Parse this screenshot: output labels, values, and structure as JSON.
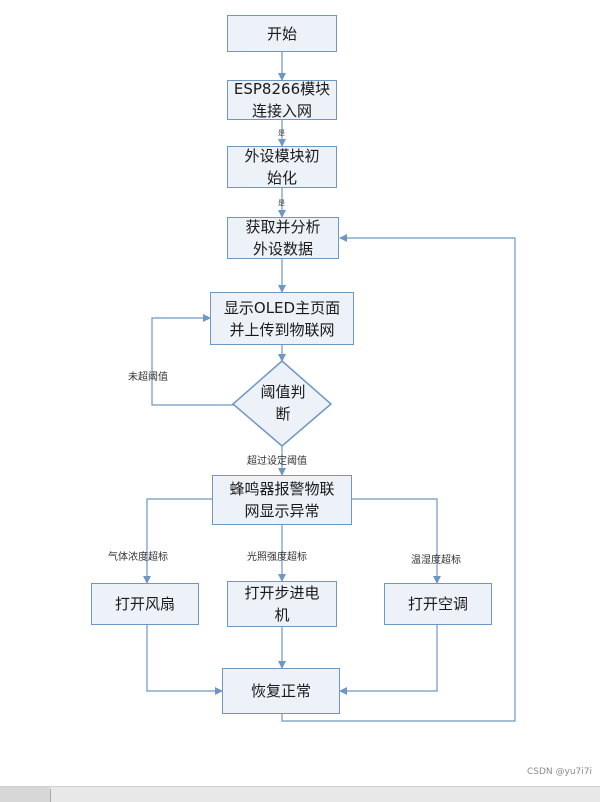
{
  "nodes": {
    "start": "开始",
    "esp8266": "ESP8266模块\n连接入网",
    "peripheral_init": "外设模块初\n始化",
    "acquire_analyze": "获取并分析\n外设数据",
    "display_upload": "显示OLED主页面\n并上传到物联网",
    "threshold_judge": "阈值判\n断",
    "buzzer_alarm": "蜂鸣器报警物联\n网显示异常",
    "fan_on": "打开风扇",
    "stepper_on": "打开步进电\n机",
    "ac_on": "打开空调",
    "restore": "恢复正常"
  },
  "edge_labels": {
    "not_exceed": "未超阈值",
    "exceed": "超过设定阈值",
    "gas": "气体浓度超标",
    "light": "光照强度超标",
    "temp_humidity": "温湿度超标",
    "tiny_1": "是",
    "tiny_2": "是"
  },
  "colors": {
    "box_fill": "#edf2f9",
    "box_border": "#6f97c4",
    "line": "#6f97c4"
  },
  "watermark": "CSDN @yu7i7i"
}
